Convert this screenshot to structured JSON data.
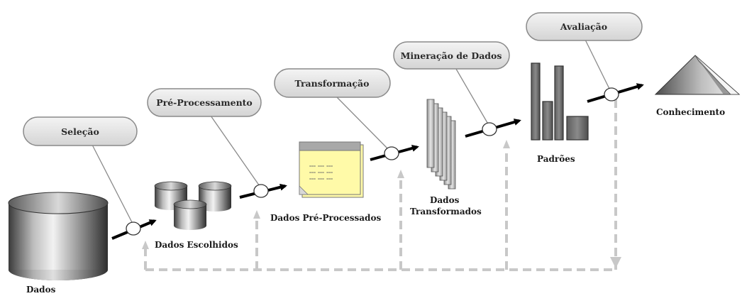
{
  "stages": {
    "selecao": "Seleção",
    "pre_processamento": "Pré-Processamento",
    "transformacao": "Transformação",
    "mineracao": "Mineração de Dados",
    "avaliacao": "Avaliação"
  },
  "captions": {
    "dados": "Dados",
    "dados_escolhidos": "Dados Escolhidos",
    "dados_pre_processados": "Dados Pré-Processados",
    "dados_transformados_line1": "Dados",
    "dados_transformados_line2": "Transformados",
    "padroes": "Padrões",
    "conhecimento": "Conhecimento"
  },
  "colors": {
    "pill_fill": "#e2e2e2",
    "pill_stroke": "#8a8a8a",
    "arrow": "#000000",
    "feedback": "#c8c8c8",
    "doc_fill": "#fffaa8"
  }
}
